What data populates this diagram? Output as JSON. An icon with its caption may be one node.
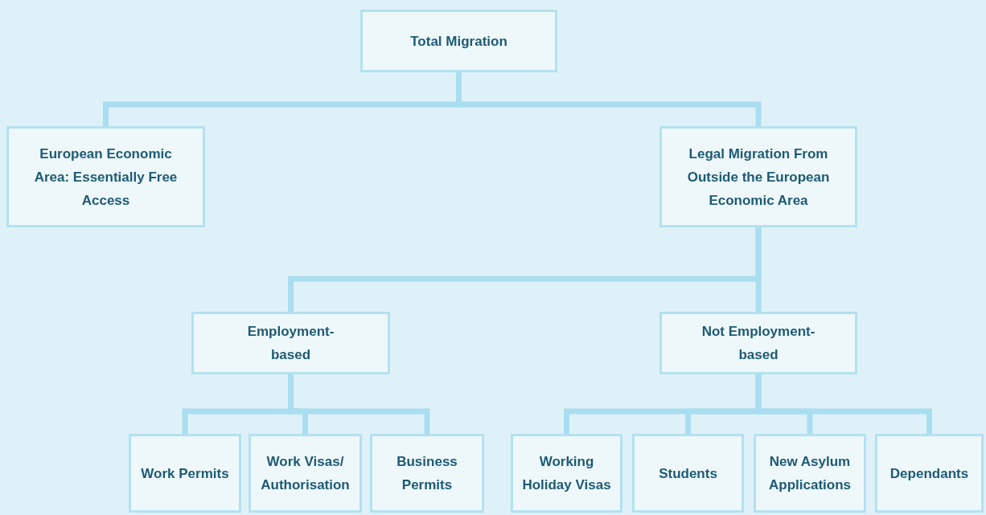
{
  "diagram": {
    "nodes": [
      {
        "text": [
          "Total Migration"
        ]
      },
      {
        "text": [
          "European Economic Area: Essentially Free Access"
        ]
      },
      {
        "text": [
          "Legal Migration From Outside the European Economic Area"
        ]
      },
      {
        "text": [
          "Employment-based"
        ]
      },
      {
        "text": [
          "Not Employment-based"
        ]
      },
      {
        "text": [
          "Work Permits"
        ]
      },
      {
        "text": [
          "Work Visas/ Authorisation"
        ]
      },
      {
        "text": [
          "Business Permits"
        ]
      },
      {
        "text": [
          "Working Holiday Visas"
        ]
      },
      {
        "text": [
          "Students"
        ]
      },
      {
        "text": [
          "New Asylum Applications"
        ]
      },
      {
        "text": [
          "Dependants"
        ]
      }
    ],
    "edges": [
      {
        "from": 0,
        "to": 1,
        "arrow": "none"
      },
      {
        "from": 0,
        "to": 2,
        "arrow": "none"
      },
      {
        "from": 2,
        "to": 3,
        "arrow": "none"
      },
      {
        "from": 2,
        "to": 4,
        "arrow": "none"
      },
      {
        "from": 3,
        "to": 5,
        "arrow": "none"
      },
      {
        "from": 3,
        "to": 6,
        "arrow": "none"
      },
      {
        "from": 3,
        "to": 7,
        "arrow": "none"
      },
      {
        "from": 4,
        "to": 8,
        "arrow": "none"
      },
      {
        "from": 4,
        "to": 9,
        "arrow": "none"
      },
      {
        "from": 4,
        "to": 10,
        "arrow": "none"
      },
      {
        "from": 4,
        "to": 11,
        "arrow": "none"
      }
    ]
  }
}
